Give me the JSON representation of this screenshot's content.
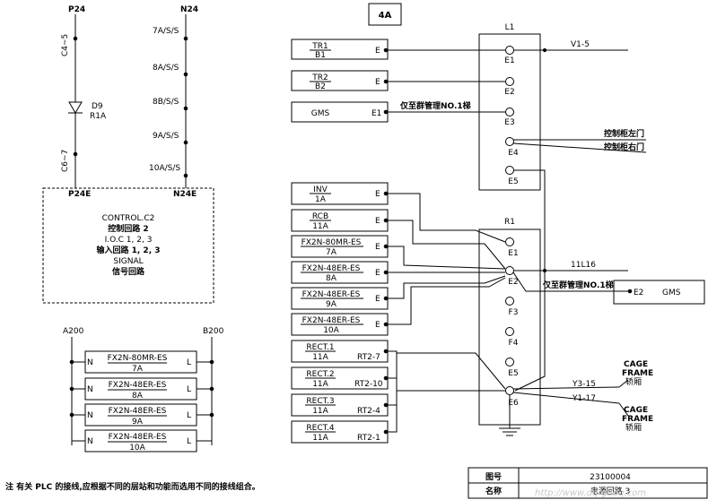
{
  "left": {
    "p24": "P24",
    "n24": "N24",
    "c45": "C4~5",
    "c67": "C6~7",
    "diode_name": "D9",
    "diode_val": "R1A",
    "n_labels": [
      "7A/S/S",
      "8A/S/S",
      "8B/S/S",
      "9A/S/S",
      "10A/S/S"
    ],
    "p24e": "P24E",
    "n24e": "N24E",
    "control_lines": [
      "CONTROL.C2",
      "控制回路 2",
      "I.O.C 1, 2, 3",
      "输入回路 1, 2, 3",
      "SIGNAL",
      "信号回路"
    ]
  },
  "plc": {
    "a200": "A200",
    "b200": "B200",
    "n_pin": "N",
    "l_pin": "L",
    "boxes": [
      {
        "name": "FX2N-80MR-ES",
        "id": "7A"
      },
      {
        "name": "FX2N-48ER-ES",
        "id": "8A"
      },
      {
        "name": "FX2N-48ER-ES",
        "id": "9A"
      },
      {
        "name": "FX2N-48ER-ES",
        "id": "10A"
      }
    ]
  },
  "top_box": "4A",
  "upper": {
    "title": "L1",
    "terminals": [
      "E1",
      "E2",
      "E3",
      "E4",
      "E5"
    ],
    "inputs": [
      {
        "name": "TR1",
        "id": "B1",
        "pin": "E"
      },
      {
        "name": "TR2",
        "id": "B2",
        "pin": "E"
      },
      {
        "name": "GMS",
        "id": "",
        "pin": "E1"
      }
    ],
    "v15": "V1-5",
    "gms_note": "仅至群管理NO.1梯",
    "door_left": "控制柜左门",
    "door_right": "控制柜右门"
  },
  "lower": {
    "title": "R1",
    "terminals": [
      "E1",
      "E2",
      "F3",
      "F4",
      "E5",
      "E6"
    ],
    "inputs": [
      {
        "name": "INV",
        "id": "1A",
        "pin": "E"
      },
      {
        "name": "RCB",
        "id": "11A",
        "pin": "E"
      },
      {
        "name": "FX2N-80MR-ES",
        "id": "7A",
        "pin": "E"
      },
      {
        "name": "FX2N-48ER-ES",
        "id": "8A",
        "pin": "E"
      },
      {
        "name": "FX2N-48ER-ES",
        "id": "9A",
        "pin": "E"
      },
      {
        "name": "FX2N-48ER-ES",
        "id": "10A",
        "pin": "E"
      }
    ],
    "rects": [
      {
        "name": "RECT.1",
        "id": "11A",
        "pin": "RT2-7"
      },
      {
        "name": "RECT.2",
        "id": "11A",
        "pin": "RT2-10"
      },
      {
        "name": "RECT.3",
        "id": "11A",
        "pin": "RT2-4"
      },
      {
        "name": "RECT.4",
        "id": "11A",
        "pin": "RT2-1"
      }
    ],
    "l16": "11L16",
    "gms_note": "仅至群管理NO.1梯",
    "gms_pin": "E2",
    "gms_name": "GMS",
    "y315": "Y3-15",
    "y117": "Y1-17",
    "cage1": [
      "CAGE",
      "FRAME",
      "轿厢"
    ],
    "cage2": [
      "CAGE",
      "FRAME",
      "轿厢"
    ]
  },
  "note": "注  有关 PLC 的接线,应根据不同的层站和功能而选用不同的接线组合。",
  "titleblock": {
    "r1_label": "图号",
    "r1_value": "23100004",
    "r2_label": "名称",
    "r2_value": "电源回路 3"
  },
  "watermark": "http://www.dq-gddq.com"
}
